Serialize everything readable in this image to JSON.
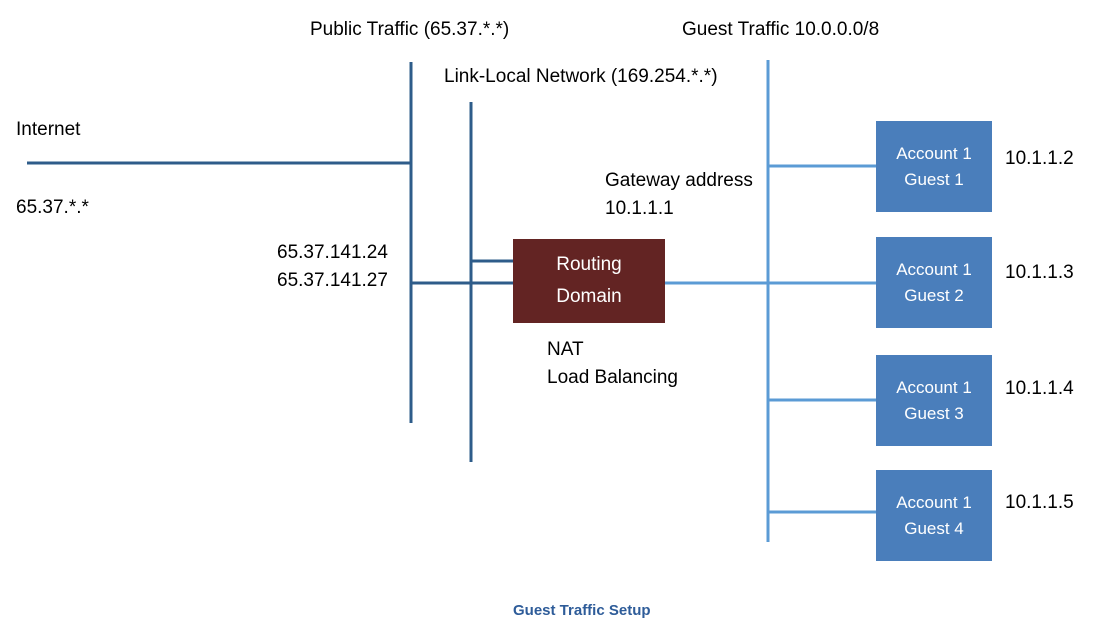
{
  "diagram": {
    "caption": "Guest Traffic Setup",
    "caption_color": "#2E5C99",
    "background": "#ffffff",
    "trunk_color": "#2E5C8A",
    "branch_color": "#5B9BD5",
    "guest_box_color": "#4A7EBB",
    "router_box_color": "#632423"
  },
  "labels": {
    "public_traffic": "Public Traffic (65.37.*.*)",
    "link_local": "Link-Local Network (169.254.*.*)",
    "guest_traffic": "Guest Traffic 10.0.0.0/8",
    "internet": "Internet",
    "internet_subnet": "65.37.*.*",
    "public_ip_1": "65.37.141.24",
    "public_ip_2": "65.37.141.27",
    "gateway_title": "Gateway address",
    "gateway_ip": "10.1.1.1",
    "nat": "NAT",
    "load_balancing": "Load Balancing"
  },
  "router": {
    "line1": "Routing",
    "line2": "Domain"
  },
  "guests": [
    {
      "account": "Account 1",
      "name": "Guest 1",
      "ip": "10.1.1.2"
    },
    {
      "account": "Account 1",
      "name": "Guest 2",
      "ip": "10.1.1.3"
    },
    {
      "account": "Account 1",
      "name": "Guest 3",
      "ip": "10.1.1.4"
    },
    {
      "account": "Account 1",
      "name": "Guest 4",
      "ip": "10.1.1.5"
    }
  ]
}
